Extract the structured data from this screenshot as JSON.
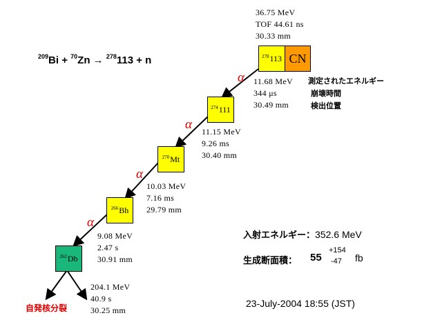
{
  "reaction": {
    "bi_mass": "209",
    "bi": "Bi",
    "plus1": "+",
    "zn_mass": "70",
    "zn": "Zn",
    "arrow": "→",
    "product_mass": "278",
    "product": "113",
    "plus2": "+",
    "neutron": "n"
  },
  "nodes": [
    {
      "id": "113",
      "mass": "278",
      "symbol": "113",
      "color": "#ffff00"
    },
    {
      "id": "cn",
      "symbol": "CN",
      "color": "#ff9900"
    },
    {
      "id": "111",
      "mass": "274",
      "symbol": "111",
      "color": "#ffff00"
    },
    {
      "id": "mt",
      "mass": "270",
      "symbol": "Mt",
      "color": "#ffff00"
    },
    {
      "id": "bh",
      "mass": "266",
      "symbol": "Bh",
      "color": "#ffff00"
    },
    {
      "id": "db",
      "mass": "262",
      "symbol": "Db",
      "color": "#19b87a"
    }
  ],
  "info": {
    "top": [
      "36.75 MeV",
      "TOF 44.61 ns",
      "30.33 mm"
    ],
    "n113": [
      "11.68 MeV",
      "344   μs",
      "30.49 mm"
    ],
    "n111": [
      "11.15 MeV",
      "9.26 ms",
      "30.40 mm"
    ],
    "mt": [
      "10.03 MeV",
      "7.16 ms",
      "29.79 mm"
    ],
    "bh": [
      "9.08 MeV",
      "2.47 s",
      "30.91 mm"
    ],
    "db": [
      "204.1 MeV",
      "40.9 s",
      "30.25 mm"
    ]
  },
  "legend": [
    "測定されたエネルギー",
    "崩壊時間",
    "検出位置"
  ],
  "alpha": "α",
  "beam_energy": {
    "label": "入射エネルギー：",
    "value": "352.6 MeV"
  },
  "cross_section": {
    "label": "生成断面積：",
    "value": "55",
    "plus": "+154",
    "minus": "-47",
    "unit": "fb"
  },
  "fission_label": "自発核分裂",
  "date": "23-July-2004 18:55 (JST)",
  "colors": {
    "alpha_red": "#e00000",
    "fission_red": "#e00000",
    "yellow": "#ffff00",
    "orange": "#ff9900",
    "green": "#19b87a"
  }
}
